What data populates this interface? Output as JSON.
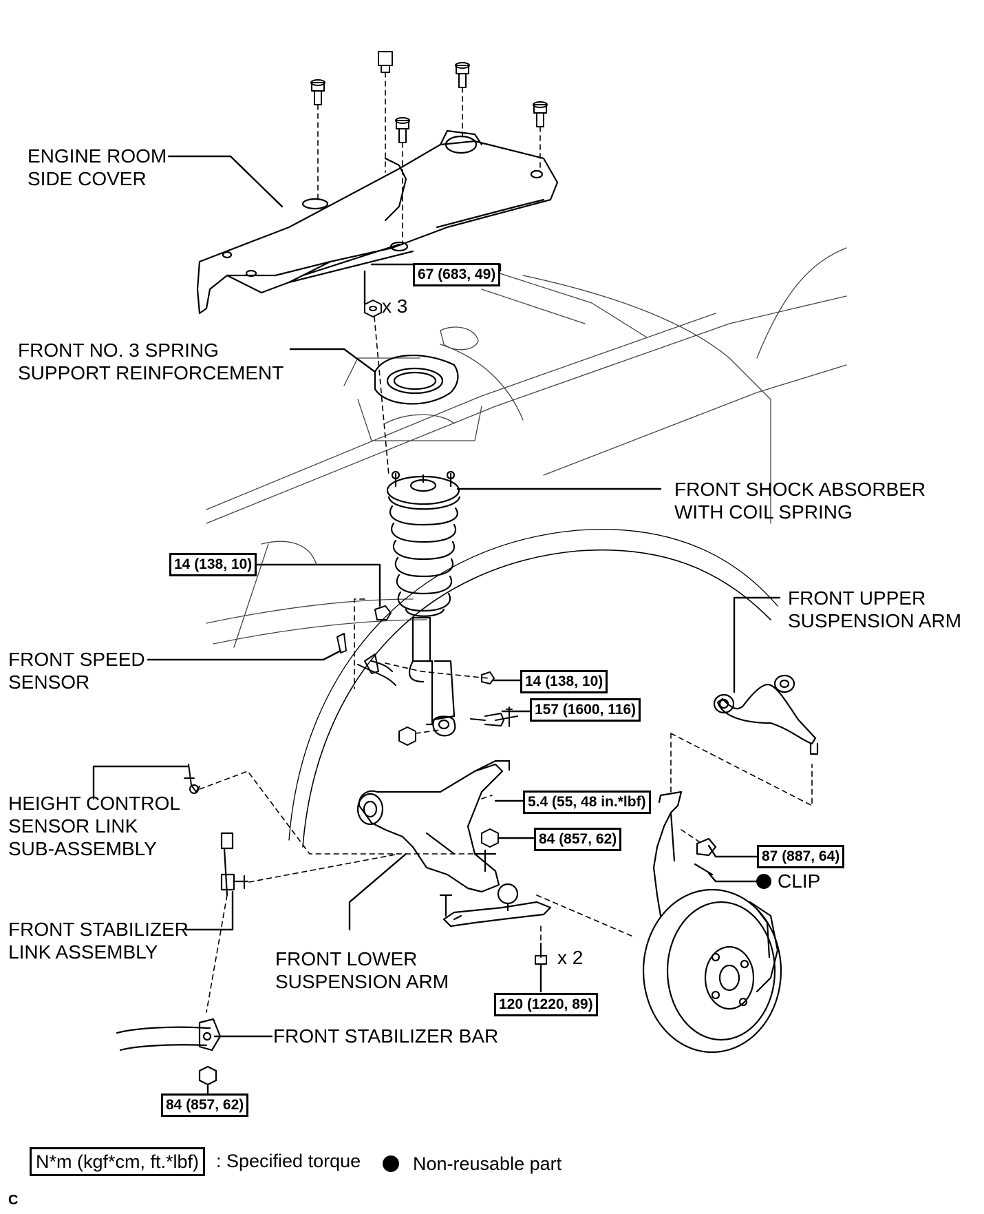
{
  "labels": {
    "engine_room_side_cover": "ENGINE ROOM\nSIDE COVER",
    "spring_support_reinforcement": "FRONT NO. 3 SPRING\nSUPPORT REINFORCEMENT",
    "shock_absorber": "FRONT SHOCK ABSORBER\nWITH COIL SPRING",
    "upper_suspension_arm": "FRONT UPPER\nSUSPENSION ARM",
    "speed_sensor": "FRONT SPEED\nSENSOR",
    "height_control_sensor_link": "HEIGHT CONTROL\nSENSOR LINK\nSUB-ASSEMBLY",
    "stabilizer_link": "FRONT STABILIZER\nLINK ASSEMBLY",
    "lower_suspension_arm": "FRONT LOWER\nSUSPENSION ARM",
    "stabilizer_bar": "FRONT STABILIZER BAR",
    "clip": "CLIP",
    "qty_x3": "x 3",
    "qty_x2": "x 2"
  },
  "torques": {
    "spring_support_nut": "67 (683, 49)",
    "speed_sensor_bolt": "14 (138, 10)",
    "sensor_bracket_bolt": "14 (138, 10)",
    "shock_lower_bolt": "157 (1600, 116)",
    "height_sensor_nut": "5.4 (55, 48 in.*lbf)",
    "stabilizer_link_nut": "84 (857, 62)",
    "upper_arm_nut": "87 (887, 64)",
    "ball_joint_bolt": "120 (1220, 89)",
    "stabilizer_bar_nut": "84 (857, 62)"
  },
  "legend": {
    "torque_unit": "N*m (kgf*cm, ft.*lbf)",
    "torque_desc": ": Specified torque",
    "non_reusable": "Non-reusable part"
  },
  "corner_mark": "C"
}
